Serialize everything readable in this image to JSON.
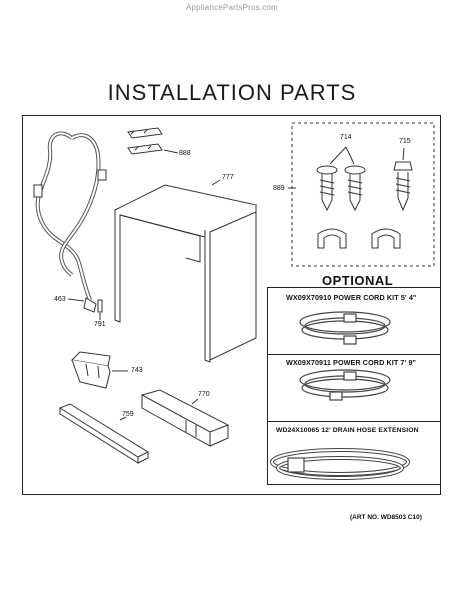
{
  "watermark": "AppliancePartsPros.com",
  "title": "INSTALLATION PARTS",
  "callouts": {
    "c888": "888",
    "c777": "777",
    "c889": "889",
    "c714": "714",
    "c715": "715",
    "c463": "463",
    "c791": "791",
    "c743": "743",
    "c770": "770",
    "c759": "759"
  },
  "optional": {
    "heading": "OPTIONAL",
    "kits": [
      {
        "label": "WX09X70910 POWER CORD KIT 5' 4\""
      },
      {
        "label": "WX09X70911 POWER CORD KIT 7' 9\""
      },
      {
        "label": "WD24X10065 12' DRAIN HOSE EXTENSION"
      }
    ]
  },
  "art_no": "(ART NO. WD8503 C10)"
}
